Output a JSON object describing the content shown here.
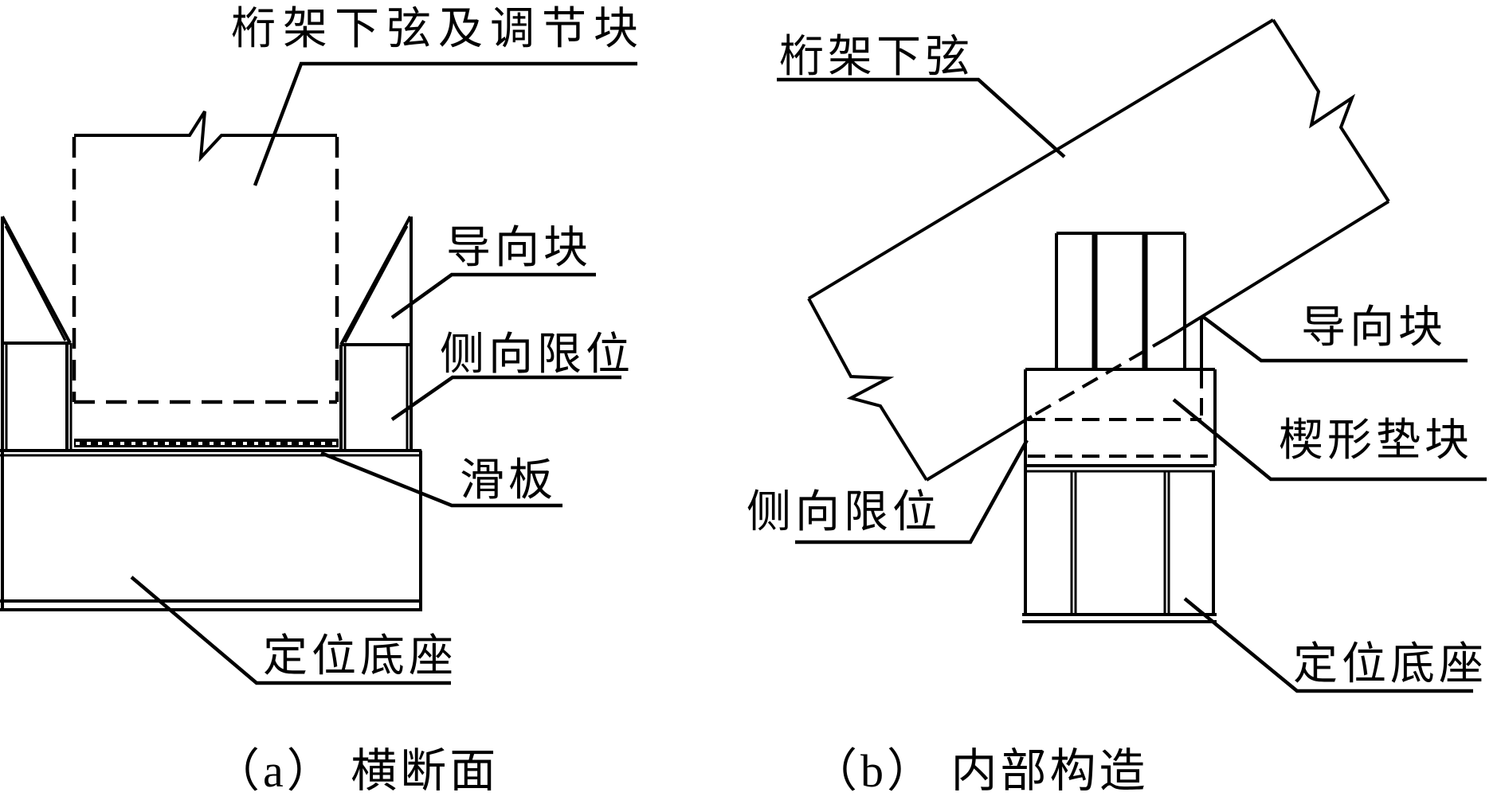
{
  "figure_a": {
    "caption": "（a） 横断面",
    "labels": {
      "chord": "桁架下弦及调节块",
      "guide": "导向块",
      "lateral": "侧向限位",
      "slide": "滑板",
      "base": "定位底座"
    }
  },
  "figure_b": {
    "caption": "（b） 内部构造",
    "labels": {
      "chord": "桁架下弦",
      "guide": "导向块",
      "wedge": "楔形垫块",
      "lateral": "侧向限位",
      "base": "定位底座"
    }
  },
  "colors": {
    "line": "#000000",
    "background": "#ffffff"
  }
}
